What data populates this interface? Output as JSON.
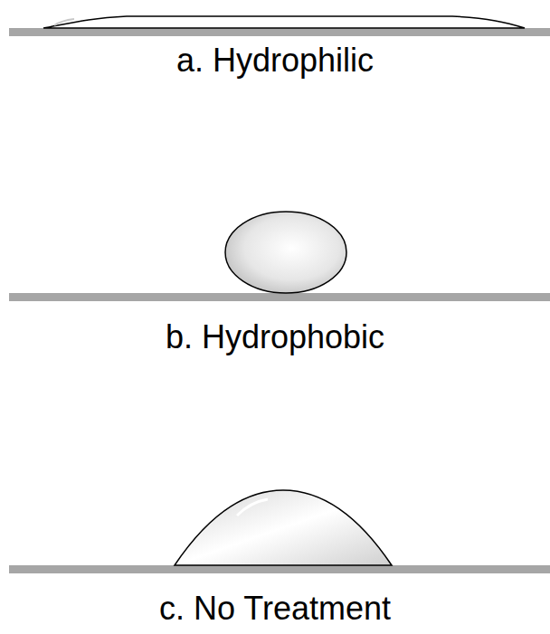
{
  "diagram": {
    "labels": [
      "a. Hydrophilic",
      "b. Hydrophobic",
      "c. No Treatment"
    ]
  }
}
